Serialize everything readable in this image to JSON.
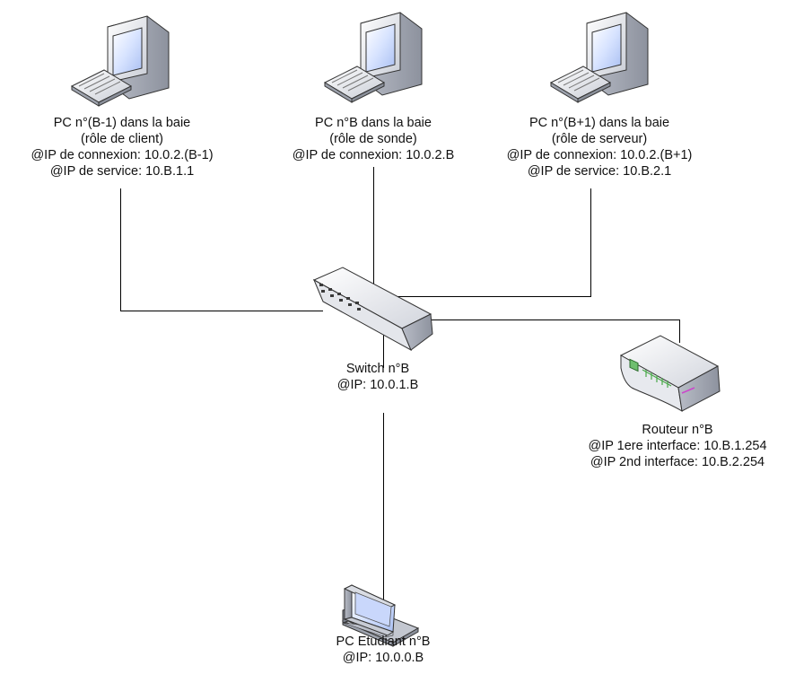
{
  "nodes": {
    "pc_client": {
      "icon": "desktop-computer-icon",
      "lines": [
        "PC n°(B-1) dans la baie",
        "(rôle de client)",
        "@IP de connexion: 10.0.2.(B-1)",
        "@IP de service: 10.B.1.1"
      ]
    },
    "pc_probe": {
      "icon": "desktop-computer-icon",
      "lines": [
        "PC n°B dans la baie",
        "(rôle de sonde)",
        "@IP de connexion: 10.0.2.B"
      ]
    },
    "pc_server": {
      "icon": "desktop-computer-icon",
      "lines": [
        "PC n°(B+1) dans la baie",
        "(rôle de serveur)",
        "@IP de connexion: 10.0.2.(B+1)",
        "@IP de service: 10.B.2.1"
      ]
    },
    "switch": {
      "icon": "network-switch-icon",
      "lines": [
        "Switch n°B",
        "@IP: 10.0.1.B"
      ]
    },
    "router": {
      "icon": "router-icon",
      "lines": [
        "Routeur n°B",
        "@IP 1ere interface: 10.B.1.254",
        "@IP 2nd interface: 10.B.2.254"
      ]
    },
    "pc_student": {
      "icon": "monitor-icon",
      "lines": [
        "PC Etudiant n°B",
        "@IP: 10.0.0.B"
      ]
    }
  }
}
